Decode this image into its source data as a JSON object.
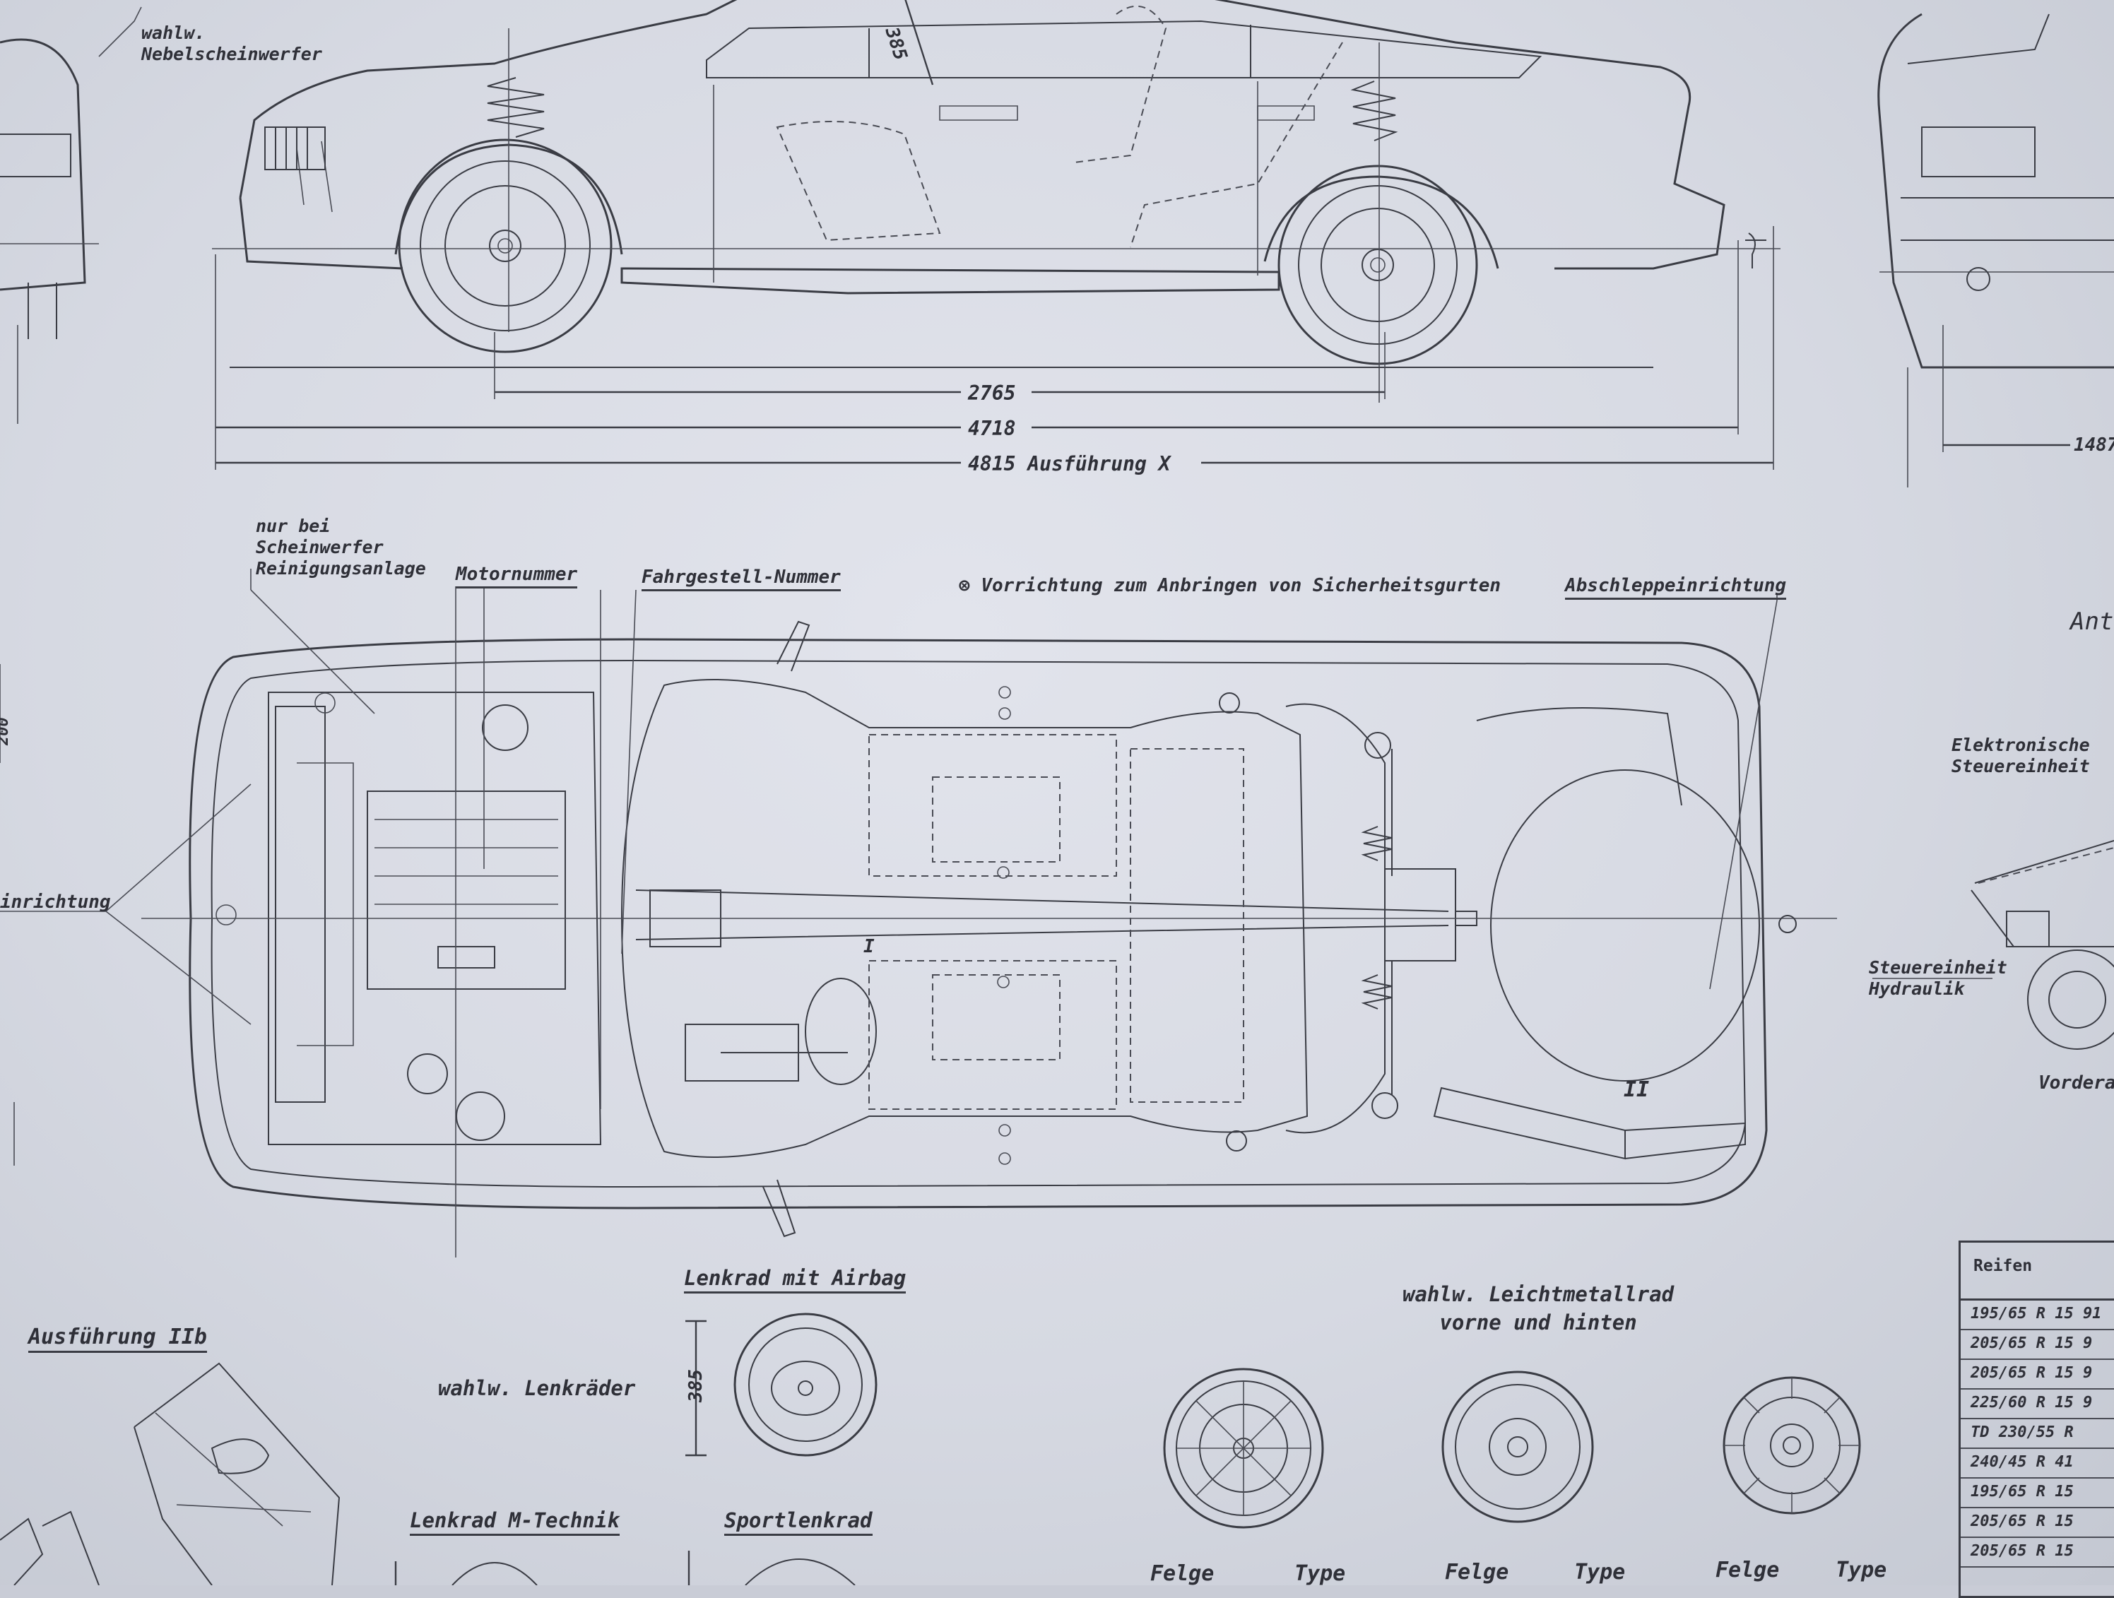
{
  "labels": {
    "fog_lights": "wahlw.\nNebelscheinwerfer",
    "headlight_wash": "nur bei\nScheinwerfer\nReinigungsanlage",
    "engine_number": "Motornummer",
    "chassis_number": "Fahrgestell-Nummer",
    "seatbelt_mount": "Vorrichtung zum Anbringen von Sicherheitsgurten",
    "towing": "Abschleppeinrichtung",
    "towing_left": "inrichtung",
    "ecu": "Elektronische\nSteuereinheit",
    "hydraulic_ecu": "Steuereinheit\nHydraulik",
    "front_partial": "Vordera",
    "ant_partial": "Ant",
    "variant_iib": "Ausführung IIb",
    "steering_airbag": "Lenkrad mit Airbag",
    "optional_steering": "wahlw. Lenkräder",
    "steering_m": "Lenkrad M-Technik",
    "sport_steering": "Sportlenkrad",
    "alloy_wheel": "wahlw. Leichtmetallrad\nvorne und hinten",
    "marker_I": "I",
    "marker_II": "II"
  },
  "dimensions": {
    "wheelbase": "2765",
    "length": "4718",
    "length_x": "4815 Ausführung X",
    "roof_dim": "385",
    "wheel_dim": "385",
    "rear_width": "1487",
    "left_dim": "200"
  },
  "wheel_columns": [
    {
      "felge": "Felge",
      "type": "Type"
    },
    {
      "felge": "Felge",
      "type": "Type"
    },
    {
      "felge": "Felge",
      "type": "Type"
    }
  ],
  "tire_table": {
    "header": "Reifen",
    "rows": [
      "195/65 R 15 91",
      "205/65 R 15 9",
      "205/65 R 15 9",
      "225/60 R 15 9",
      "TD 230/55 R",
      "240/45 R 41",
      "195/65 R 15",
      "205/65 R 15",
      "205/65 R 15"
    ]
  },
  "symbols": {
    "seatbelt": "⊗"
  },
  "colors": {
    "paper": "#dcdee6",
    "ink": "#3a3c44"
  }
}
